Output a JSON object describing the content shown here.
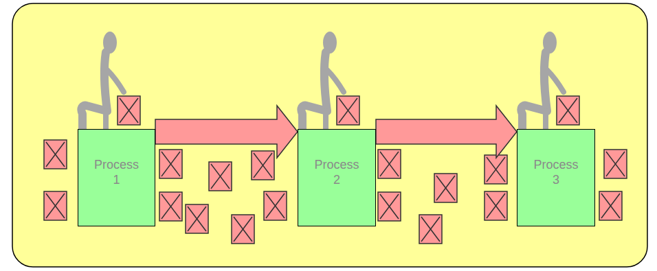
{
  "diagram": {
    "nodes": [
      {
        "text": [
          "Process 1"
        ]
      },
      {
        "text": [
          "Process 2"
        ]
      },
      {
        "text": [
          "Process 3"
        ]
      }
    ],
    "edges": [
      {
        "from": 0,
        "to": 1,
        "arrow": "to"
      },
      {
        "from": 1,
        "to": 2,
        "arrow": "to"
      }
    ]
  }
}
